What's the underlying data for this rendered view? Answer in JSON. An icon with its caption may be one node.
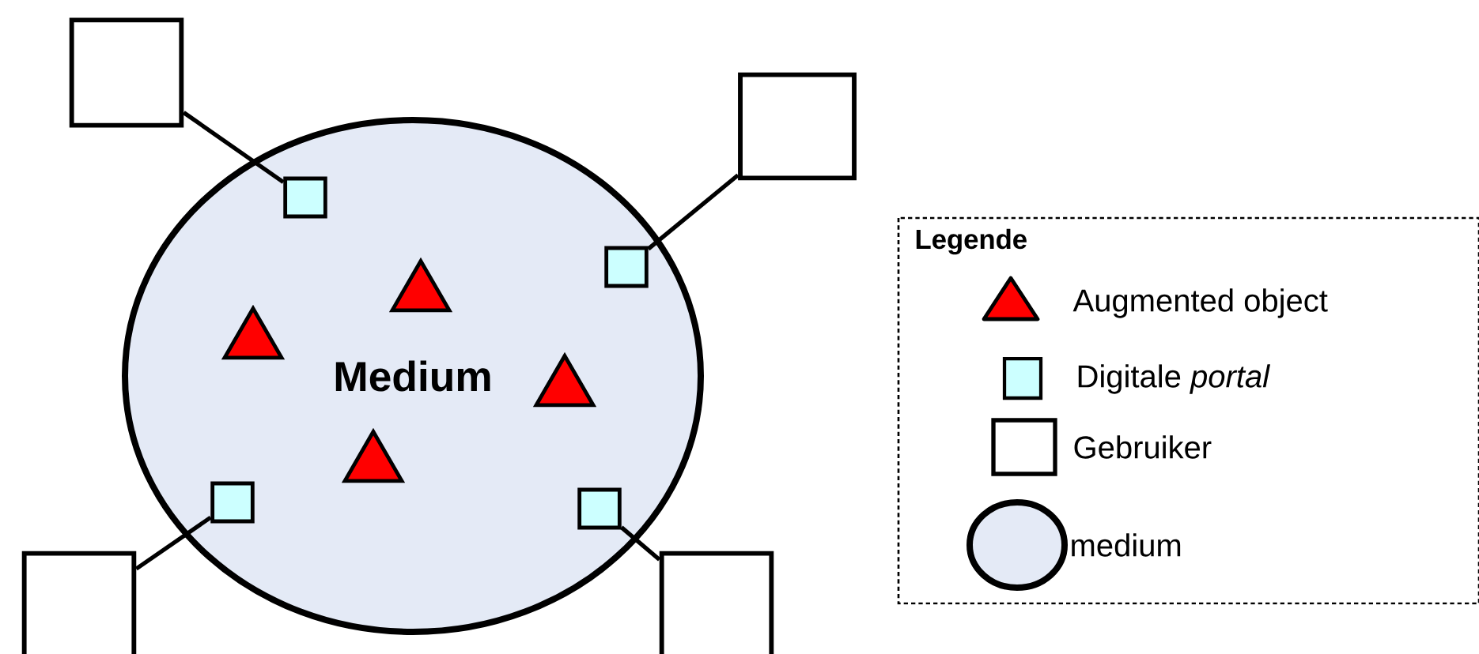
{
  "diagram": {
    "nodes": [
      {
        "text": [],
        "shape": "box"
      },
      {
        "text": [],
        "shape": "box"
      },
      {
        "text": [
          "Medium"
        ]
      },
      {
        "text": [],
        "shape": "box",
        "in": 2
      },
      {
        "text": [],
        "shape": "box",
        "in": 2
      },
      {
        "text": [],
        "shape": "triangle",
        "in": 2
      },
      {
        "text": [],
        "shape": "triangle",
        "in": 2
      },
      {
        "text": [],
        "shape": "triangle",
        "in": 2
      },
      {
        "text": [],
        "shape": "triangle",
        "in": 2
      },
      {
        "text": [],
        "shape": "box",
        "in": 2
      },
      {
        "text": [],
        "shape": "box",
        "in": 2
      },
      {
        "text": [],
        "shape": "box"
      },
      {
        "text": [],
        "shape": "box"
      }
    ],
    "edges": [
      {
        "from": 0,
        "to": 3,
        "arrow": "none"
      },
      {
        "from": 1,
        "to": 4,
        "arrow": "none"
      },
      {
        "from": 11,
        "to": 9,
        "arrow": "none"
      },
      {
        "from": 12,
        "to": 10,
        "arrow": "none"
      }
    ],
    "labels": [
      "Legende"
    ],
    "legend": [
      {
        "text": "Augmented object"
      },
      {
        "text": "Digitale *portal*"
      },
      {
        "text": "Gebruiker"
      },
      {
        "text": "medium"
      }
    ]
  }
}
